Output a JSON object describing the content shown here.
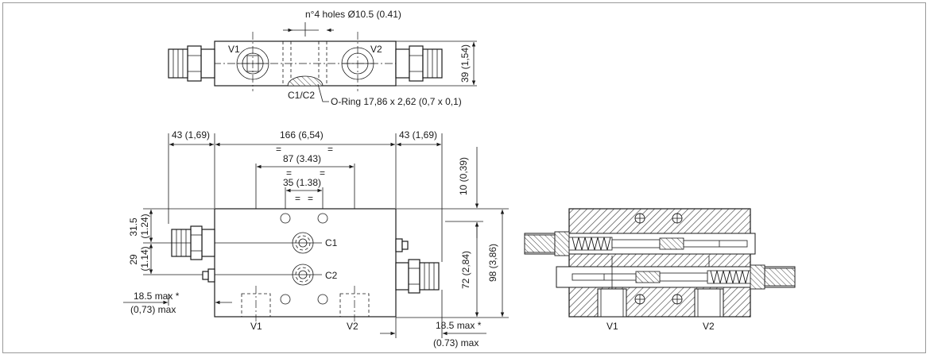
{
  "top_view": {
    "holes_note": "n°4 holes Ø10.5 (0.41)",
    "port_v1": "V1",
    "port_v2": "V2",
    "port_c": "C1/C2",
    "oring_note": "O-Ring 17,86 x 2,62 (0,7 x 0,1)",
    "height_dim": "39 (1,54)"
  },
  "front_view": {
    "dim_left": "43 (1,69)",
    "dim_total": "166 (6,54)",
    "dim_right": "43 (1,69)",
    "dim_87": "87 (3.43)",
    "dim_35": "35 (1.38)",
    "dim_10": "10 (0,39)",
    "dim_72": "72 (2,84)",
    "dim_98": "98 (3,86)",
    "dim_31": "31.5",
    "dim_31_in": "(1.24)",
    "dim_29": "29",
    "dim_29_in": "(1.14)",
    "max_left_1": "18.5 max *",
    "max_left_2": "(0,73) max",
    "max_right_1": "18.5 max *",
    "max_right_2": "(0.73) max",
    "port_c1": "C1",
    "port_c2": "C2",
    "port_v1": "V1",
    "port_v2": "V2",
    "equal_mark": "="
  },
  "section_view": {
    "port_v1": "V1",
    "port_v2": "V2"
  }
}
